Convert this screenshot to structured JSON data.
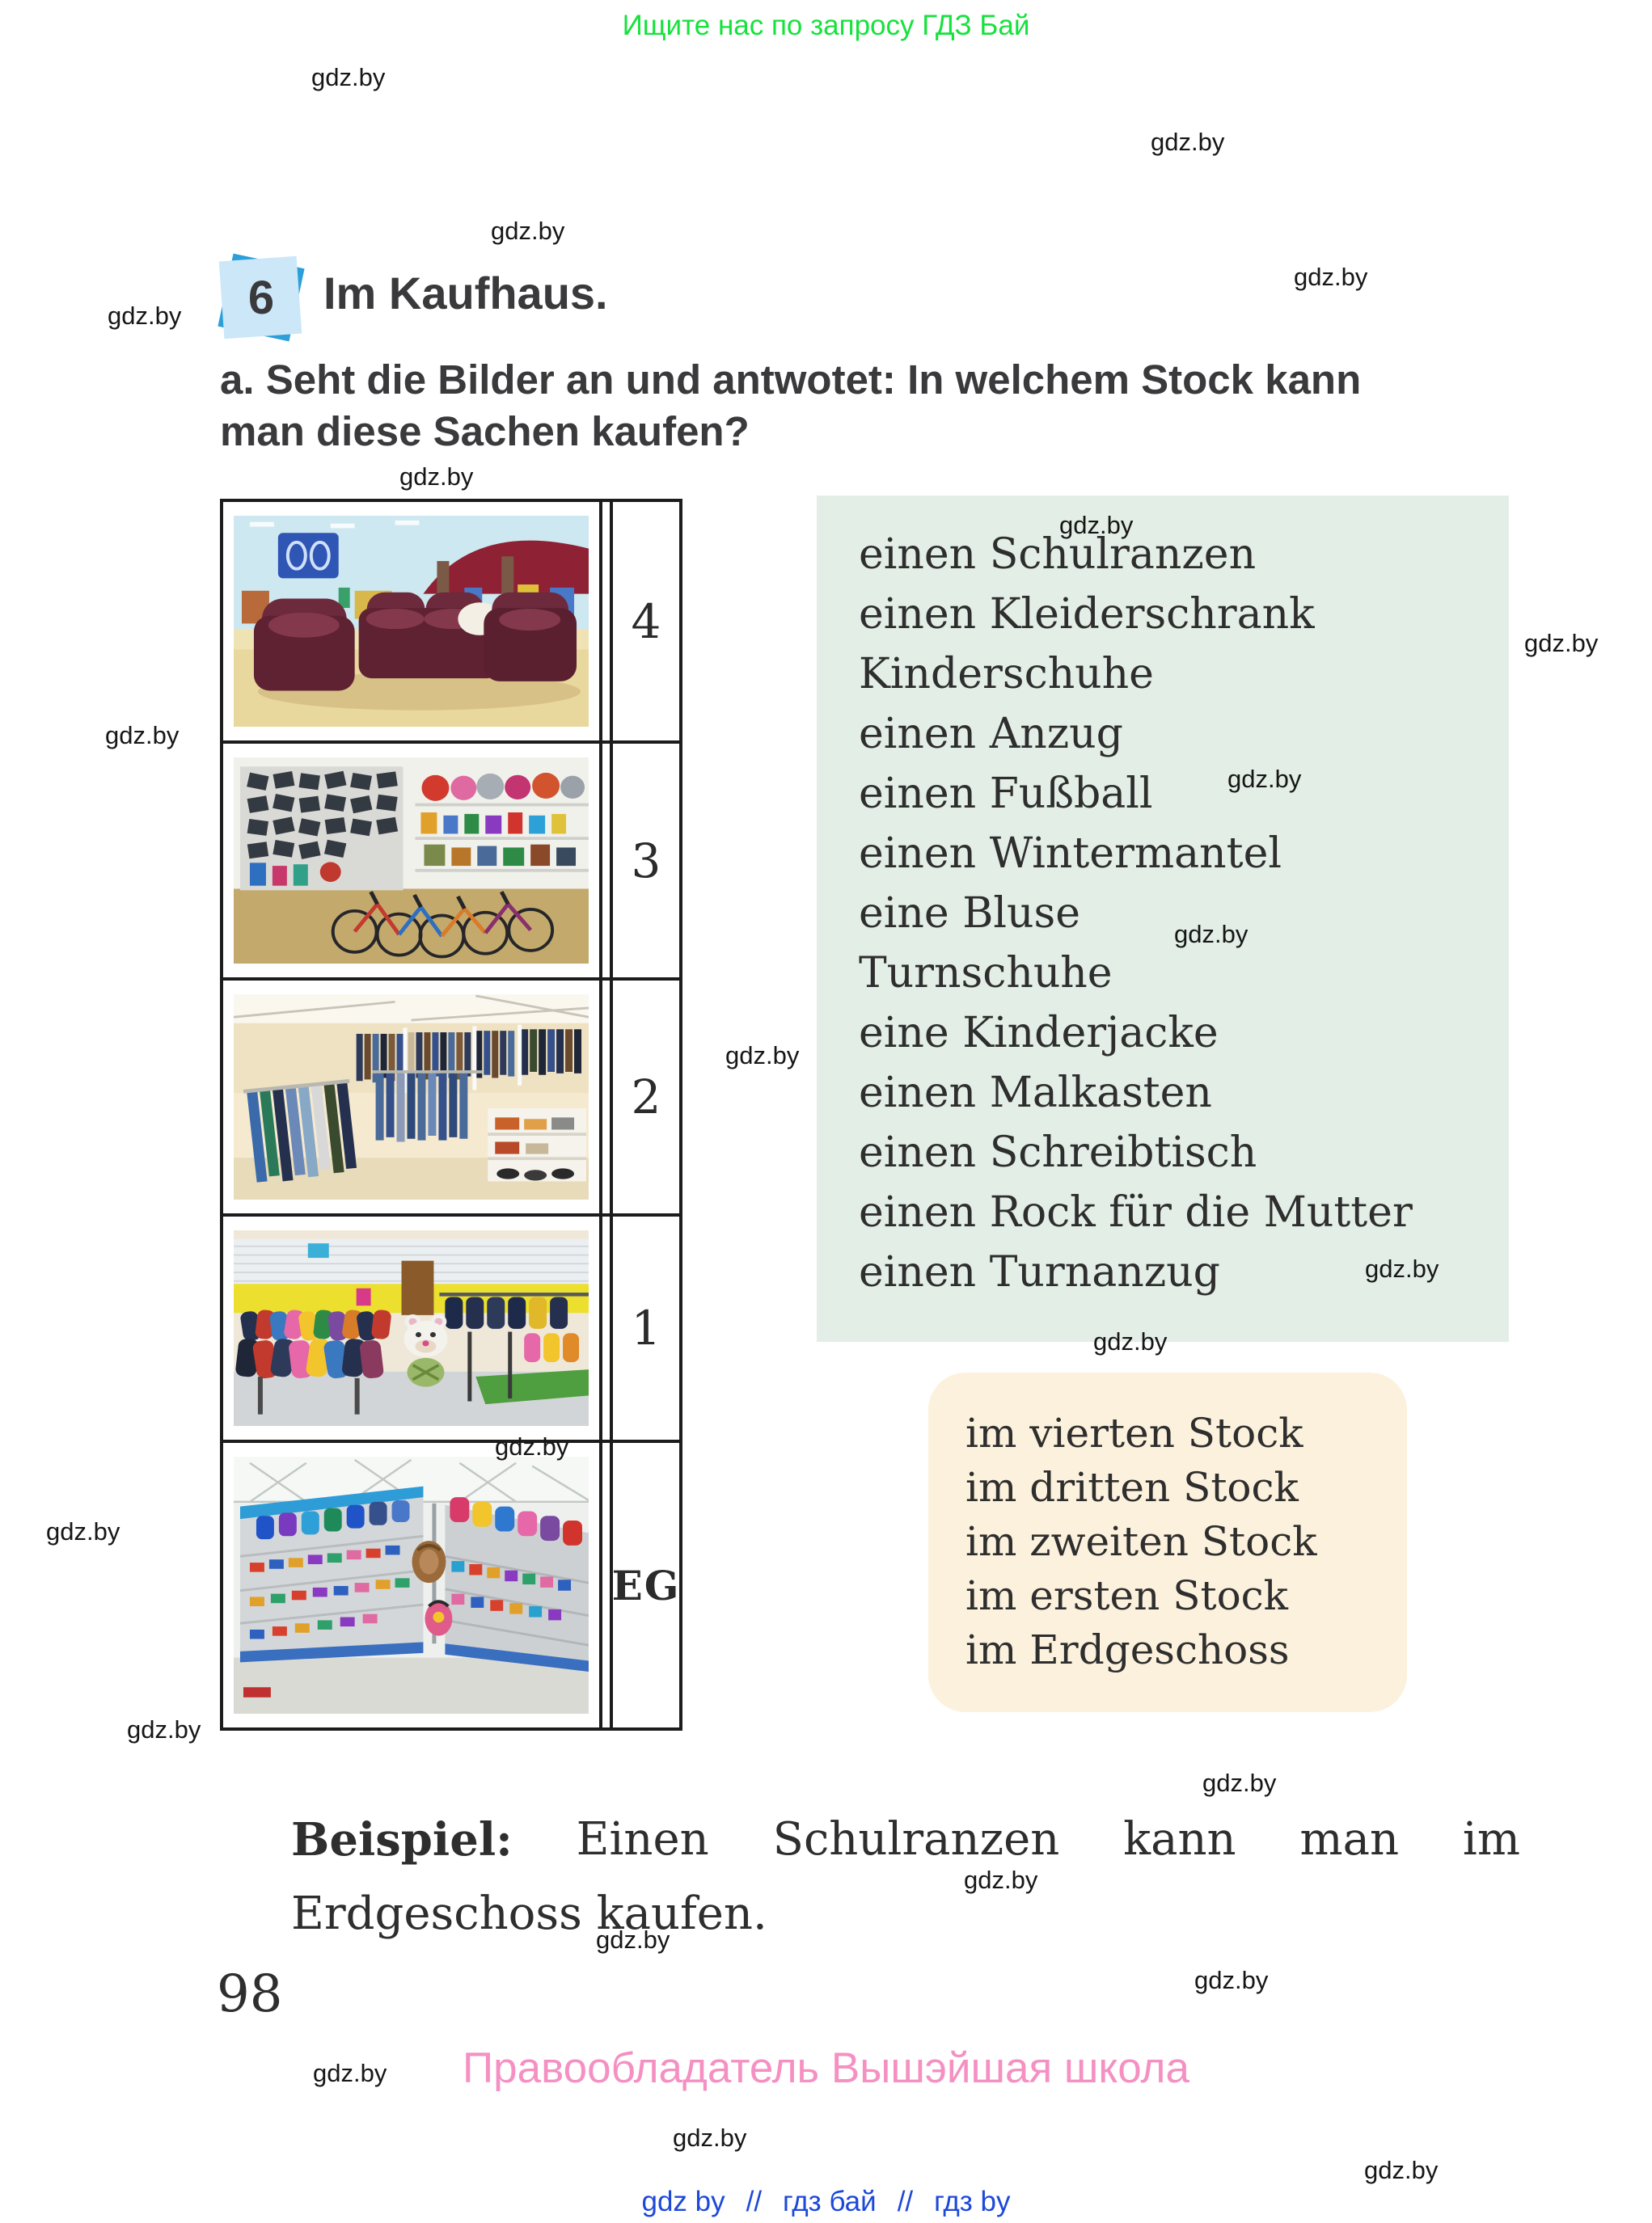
{
  "page": {
    "banner_top": "Ищите нас по запросу ГДЗ Бай",
    "watermark": "gdz.by",
    "page_number": "98",
    "copyright_pink": "Правообладатель Вышэйшая школа",
    "footer_links": [
      "gdz by",
      "//",
      "гдз бай",
      "//",
      "гдз by"
    ]
  },
  "exercise": {
    "number": "6",
    "title": "Im Kaufhaus.",
    "task_line1": "a. Seht die Bilder an und antwotet: In welchem Stock kann",
    "task_line2": "man diese Sachen kaufen?"
  },
  "floor_table": {
    "rows": [
      {
        "floor": "4",
        "photo": "furniture-department-with-leather-sofas"
      },
      {
        "floor": "3",
        "photo": "sports-department-with-bicycles-and-balls"
      },
      {
        "floor": "2",
        "photo": "clothing-department-with-racks"
      },
      {
        "floor": "1",
        "photo": "children-clothing-department"
      },
      {
        "floor": "EG",
        "photo": "school-supplies-department"
      }
    ]
  },
  "items_box": {
    "items": [
      "einen Schulranzen",
      "einen Kleiderschrank",
      "Kinderschuhe",
      "einen Anzug",
      "einen Fußball",
      "einen Wintermantel",
      "eine Bluse",
      "Turnschuhe",
      "eine Kinderjacke",
      "einen Malkasten",
      "einen Schreibtisch",
      "einen Rock für die Mutter",
      "einen Turnanzug"
    ]
  },
  "floors_box": {
    "phrases": [
      "im vierten Stock",
      "im dritten Stock",
      "im zweiten Stock",
      "im ersten Stock",
      "im Erdgeschoss"
    ]
  },
  "example": {
    "words": [
      "Beispiel:",
      "Einen",
      "Schulranzen",
      "kann",
      "man",
      "im"
    ],
    "line2": "Erdgeschoss kaufen."
  },
  "colors": {
    "items_box_bg": "#e3eee6",
    "floors_box_bg": "#fcf1dc",
    "banner_green": "#16e23c",
    "footer_pink": "#f590c2",
    "footer_blue": "#1d49d8",
    "badge_light_blue": "#cbe7f8",
    "badge_dark_blue": "#2b9fd9",
    "table_border": "#1c1c1c"
  }
}
